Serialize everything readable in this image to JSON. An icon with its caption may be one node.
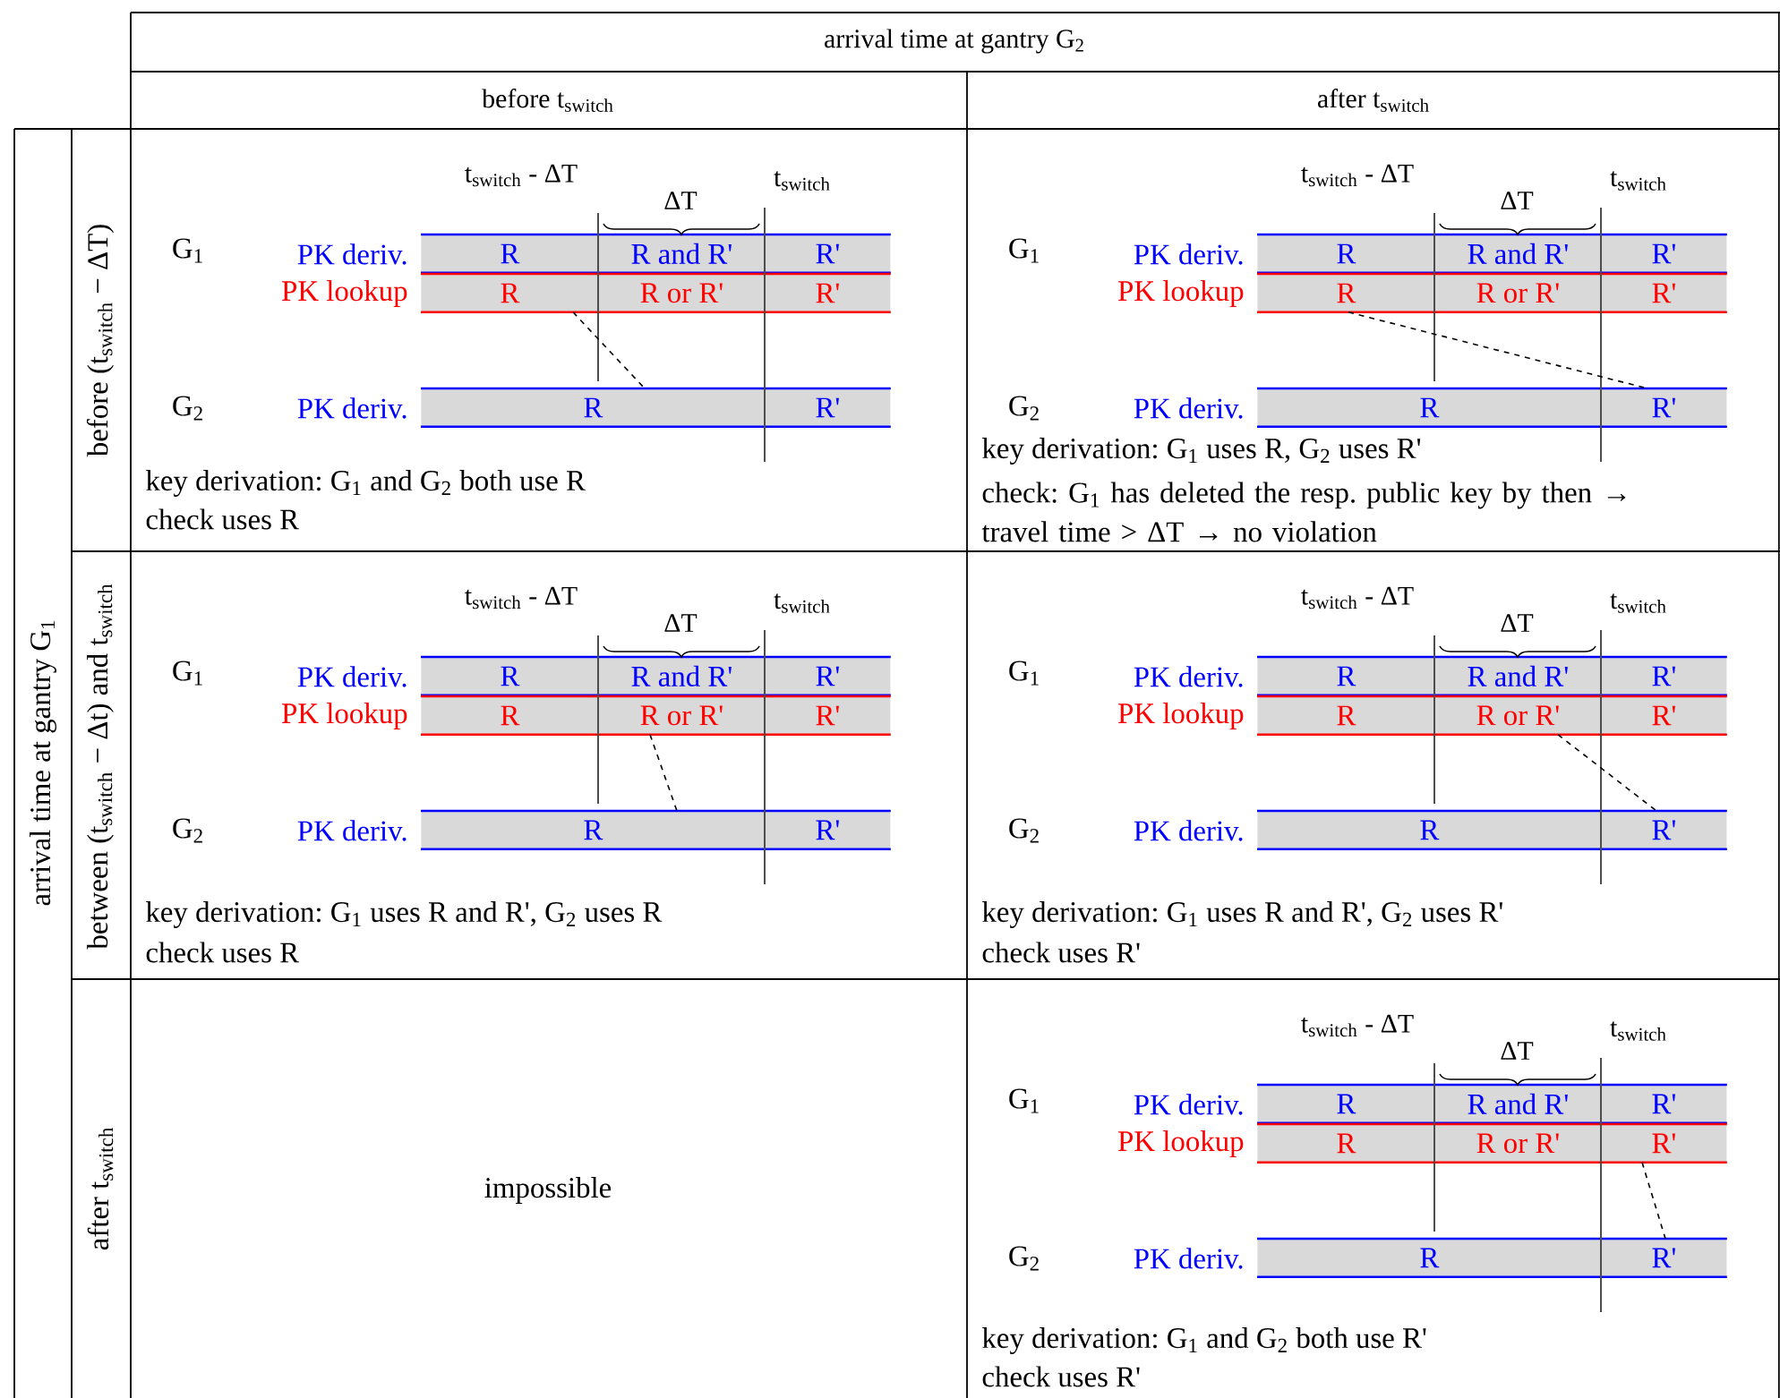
{
  "diagram": {
    "nodes": [
      {
        "text": [
          "R"
        ]
      },
      {
        "text": [
          "R and R'"
        ]
      },
      {
        "text": [
          "R'"
        ]
      },
      {
        "text": [
          "R"
        ]
      },
      {
        "text": [
          "R or R'"
        ]
      },
      {
        "text": [
          "R'"
        ]
      },
      {
        "text": [
          "R"
        ]
      },
      {
        "text": [
          "R'"
        ]
      },
      {
        "text": [
          "R"
        ]
      },
      {
        "text": [
          "R and R'"
        ]
      },
      {
        "text": [
          "R'"
        ]
      },
      {
        "text": [
          "R"
        ]
      },
      {
        "text": [
          "R or R'"
        ]
      },
      {
        "text": [
          "R'"
        ]
      },
      {
        "text": [
          "R"
        ]
      },
      {
        "text": [
          "R'"
        ]
      },
      {
        "text": [
          "R"
        ]
      },
      {
        "text": [
          "R and R'"
        ]
      },
      {
        "text": [
          "R'"
        ]
      },
      {
        "text": [
          "R"
        ]
      },
      {
        "text": [
          "R or R'"
        ]
      },
      {
        "text": [
          "R'"
        ]
      },
      {
        "text": [
          "R"
        ]
      },
      {
        "text": [
          "R'"
        ]
      },
      {
        "text": [
          "R"
        ]
      },
      {
        "text": [
          "R and R'"
        ]
      },
      {
        "text": [
          "R'"
        ]
      },
      {
        "text": [
          "R"
        ]
      },
      {
        "text": [
          "R or R'"
        ]
      },
      {
        "text": [
          "R'"
        ]
      },
      {
        "text": [
          "R"
        ]
      },
      {
        "text": [
          "R'"
        ]
      },
      {
        "text": [
          "R"
        ]
      },
      {
        "text": [
          "R and R'"
        ]
      },
      {
        "text": [
          "R'"
        ]
      },
      {
        "text": [
          "R"
        ]
      },
      {
        "text": [
          "R or R'"
        ]
      },
      {
        "text": [
          "R'"
        ]
      },
      {
        "text": [
          "R"
        ]
      },
      {
        "text": [
          "R'"
        ]
      }
    ],
    "edges": [
      {
        "from": 3,
        "to": 6,
        "arrow": "none",
        "style": "dashed"
      },
      {
        "from": 11,
        "to": 15,
        "arrow": "none",
        "style": "dashed"
      },
      {
        "from": 20,
        "to": 22,
        "arrow": "none",
        "style": "dashed"
      },
      {
        "from": 28,
        "to": 31,
        "arrow": "none",
        "style": "dashed"
      },
      {
        "from": 37,
        "to": 39,
        "arrow": "none",
        "style": "dashed"
      }
    ],
    "labels": [
      "arrival time at gantry G$_{2}$",
      "before t$_{switch}$",
      "after t$_{switch}$",
      "arrival time at gantry G$_{1}$",
      "before (t$_{switch}$ − ΔT)",
      "t$_{switch}$ - ΔT",
      "ΔT",
      "t$_{switch}$",
      "G$_{1}$",
      "PK deriv.",
      "PK lookup",
      "G$_{2}$",
      "PK deriv.",
      "key derivation: G$_{1}$ and G$_{2}$ both use R",
      "check uses R",
      "t$_{switch}$ - ΔT",
      "ΔT",
      "t$_{switch}$",
      "G$_{1}$",
      "PK deriv.",
      "PK lookup",
      "G$_{2}$",
      "PK deriv.",
      "key derivation: G$_{1}$ uses R, G$_{2}$ uses R'",
      "check: G$_{1}$ has deleted the resp. public key by then → travel time > ΔT → no violation",
      "between (t$_{switch}$ − Δt) and t$_{switch}$",
      "t$_{switch}$ - ΔT",
      "ΔT",
      "t$_{switch}$",
      "G$_{1}$",
      "PK deriv.",
      "PK lookup",
      "G$_{2}$",
      "PK deriv.",
      "key derivation: G$_{1}$ uses R and R', G$_{2}$ uses R",
      "check uses R",
      "t$_{switch}$ - ΔT",
      "ΔT",
      "t$_{switch}$",
      "G$_{1}$",
      "PK deriv.",
      "PK lookup",
      "G$_{2}$",
      "PK deriv.",
      "key derivation: G$_{1}$ uses R and R', G$_{2}$ uses R'",
      "check uses R'",
      "after t$_{switch}$",
      "impossible",
      "t$_{switch}$ - ΔT",
      "ΔT",
      "t$_{switch}$",
      "G$_{1}$",
      "PK deriv.",
      "PK lookup",
      "G$_{2}$",
      "PK deriv.",
      "key derivation: G$_{1}$ and G$_{2}$ both use R'",
      "check uses R'"
    ]
  }
}
